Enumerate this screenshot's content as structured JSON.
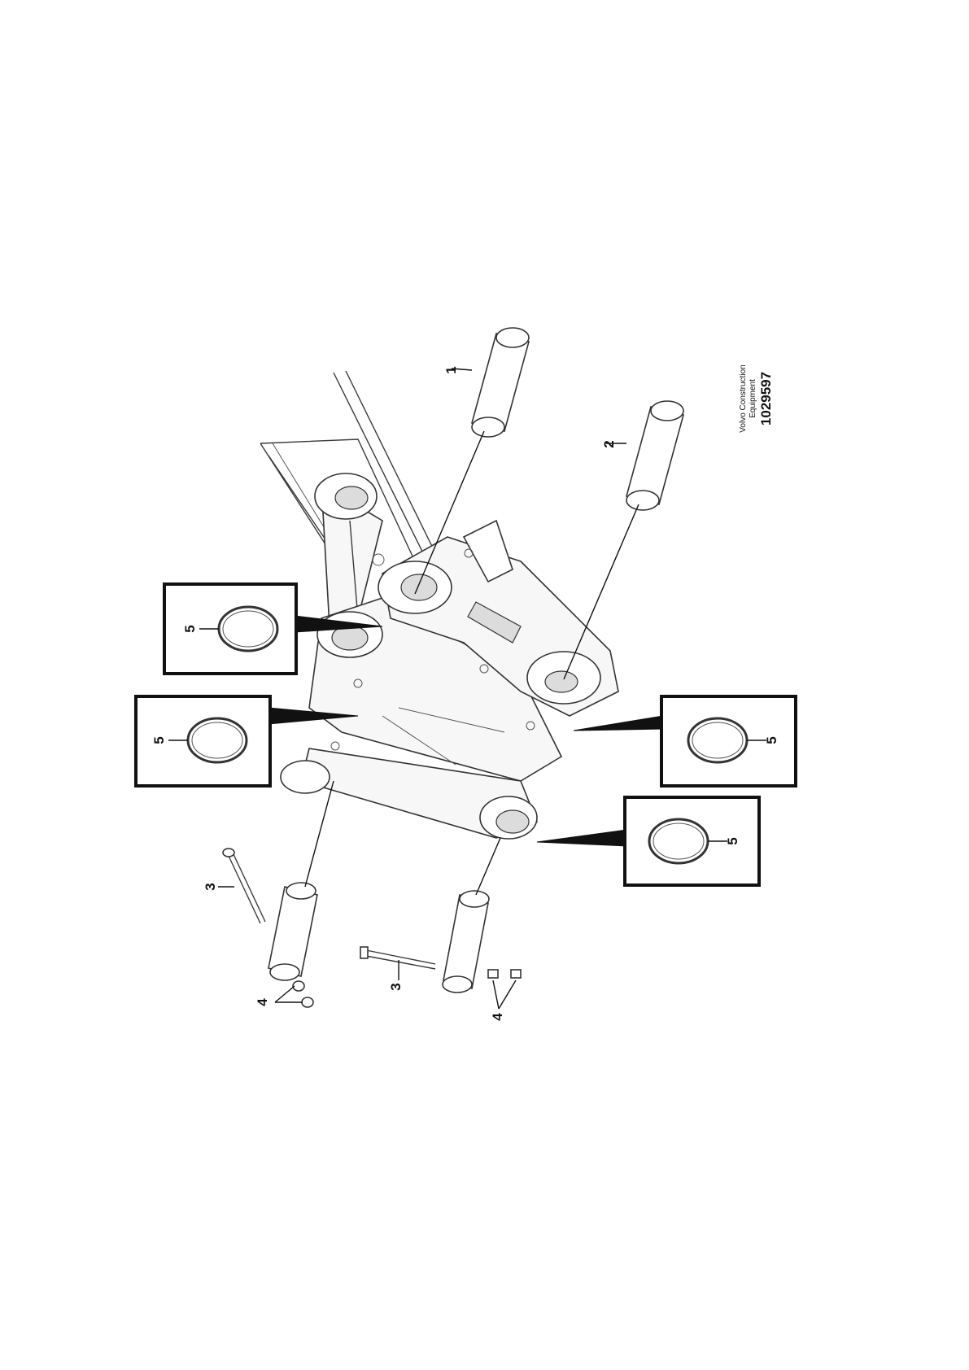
{
  "labels": {
    "pin_1": "1",
    "pin_2": "2",
    "bolt_3a": "3",
    "bolt_3b": "3",
    "nut_4a": "4",
    "nut_4b": "4",
    "seal_5a": "5",
    "seal_5b": "5",
    "seal_5c": "5",
    "seal_5d": "5"
  },
  "caption": {
    "company_line1": "Volvo Construction",
    "company_line2": "Equipment",
    "illustration_number": "1029597"
  }
}
